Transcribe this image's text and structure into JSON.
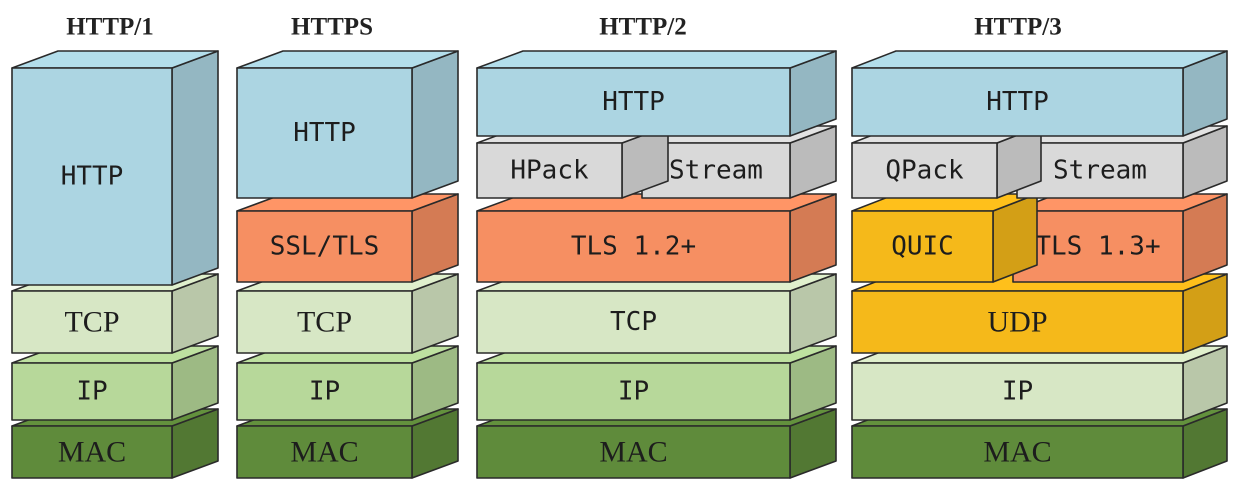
{
  "diagram": {
    "columns": [
      {
        "title": "HTTP/1",
        "layers": [
          {
            "label": "HTTP",
            "color": "#acd5e2",
            "font": "mono"
          },
          {
            "label": "TCP",
            "color": "#d7e7c5",
            "font": "serif"
          },
          {
            "label": "IP",
            "color": "#b7d89a",
            "font": "mono"
          },
          {
            "label": "MAC",
            "color": "#5f8b3b",
            "font": "serif"
          }
        ]
      },
      {
        "title": "HTTPS",
        "layers": [
          {
            "label": "HTTP",
            "color": "#acd5e2",
            "font": "mono"
          },
          {
            "label": "SSL/TLS",
            "color": "#f68f62",
            "font": "mono"
          },
          {
            "label": "TCP",
            "color": "#d7e7c5",
            "font": "serif"
          },
          {
            "label": "IP",
            "color": "#b7d89a",
            "font": "mono"
          },
          {
            "label": "MAC",
            "color": "#5f8b3b",
            "font": "serif"
          }
        ]
      },
      {
        "title": "HTTP/2",
        "layers": [
          {
            "label": "HTTP",
            "color": "#acd5e2",
            "font": "mono"
          },
          {
            "parts": [
              {
                "label": "HPack",
                "color": "#d9d9d9",
                "font": "mono"
              },
              {
                "label": "Stream",
                "color": "#d9d9d9",
                "font": "mono"
              }
            ]
          },
          {
            "label": "TLS 1.2+",
            "color": "#f68f62",
            "font": "mono"
          },
          {
            "label": "TCP",
            "color": "#d7e7c5",
            "font": "mono"
          },
          {
            "label": "IP",
            "color": "#b7d89a",
            "font": "mono"
          },
          {
            "label": "MAC",
            "color": "#5f8b3b",
            "font": "serif"
          }
        ]
      },
      {
        "title": "HTTP/3",
        "layers": [
          {
            "label": "HTTP",
            "color": "#acd5e2",
            "font": "mono"
          },
          {
            "parts": [
              {
                "label": "QPack",
                "color": "#d9d9d9",
                "font": "mono"
              },
              {
                "label": "Stream",
                "color": "#d9d9d9",
                "font": "mono"
              }
            ]
          },
          {
            "parts": [
              {
                "label": "QUIC",
                "color": "#f5b91a",
                "font": "mono"
              },
              {
                "label": "TLS 1.3+",
                "color": "#f68f62",
                "font": "mono"
              }
            ]
          },
          {
            "label": "UDP",
            "color": "#f5b91a",
            "font": "serif"
          },
          {
            "label": "IP",
            "color": "#d7e7c5",
            "font": "mono"
          },
          {
            "label": "MAC",
            "color": "#5f8b3b",
            "font": "serif"
          }
        ]
      }
    ]
  }
}
